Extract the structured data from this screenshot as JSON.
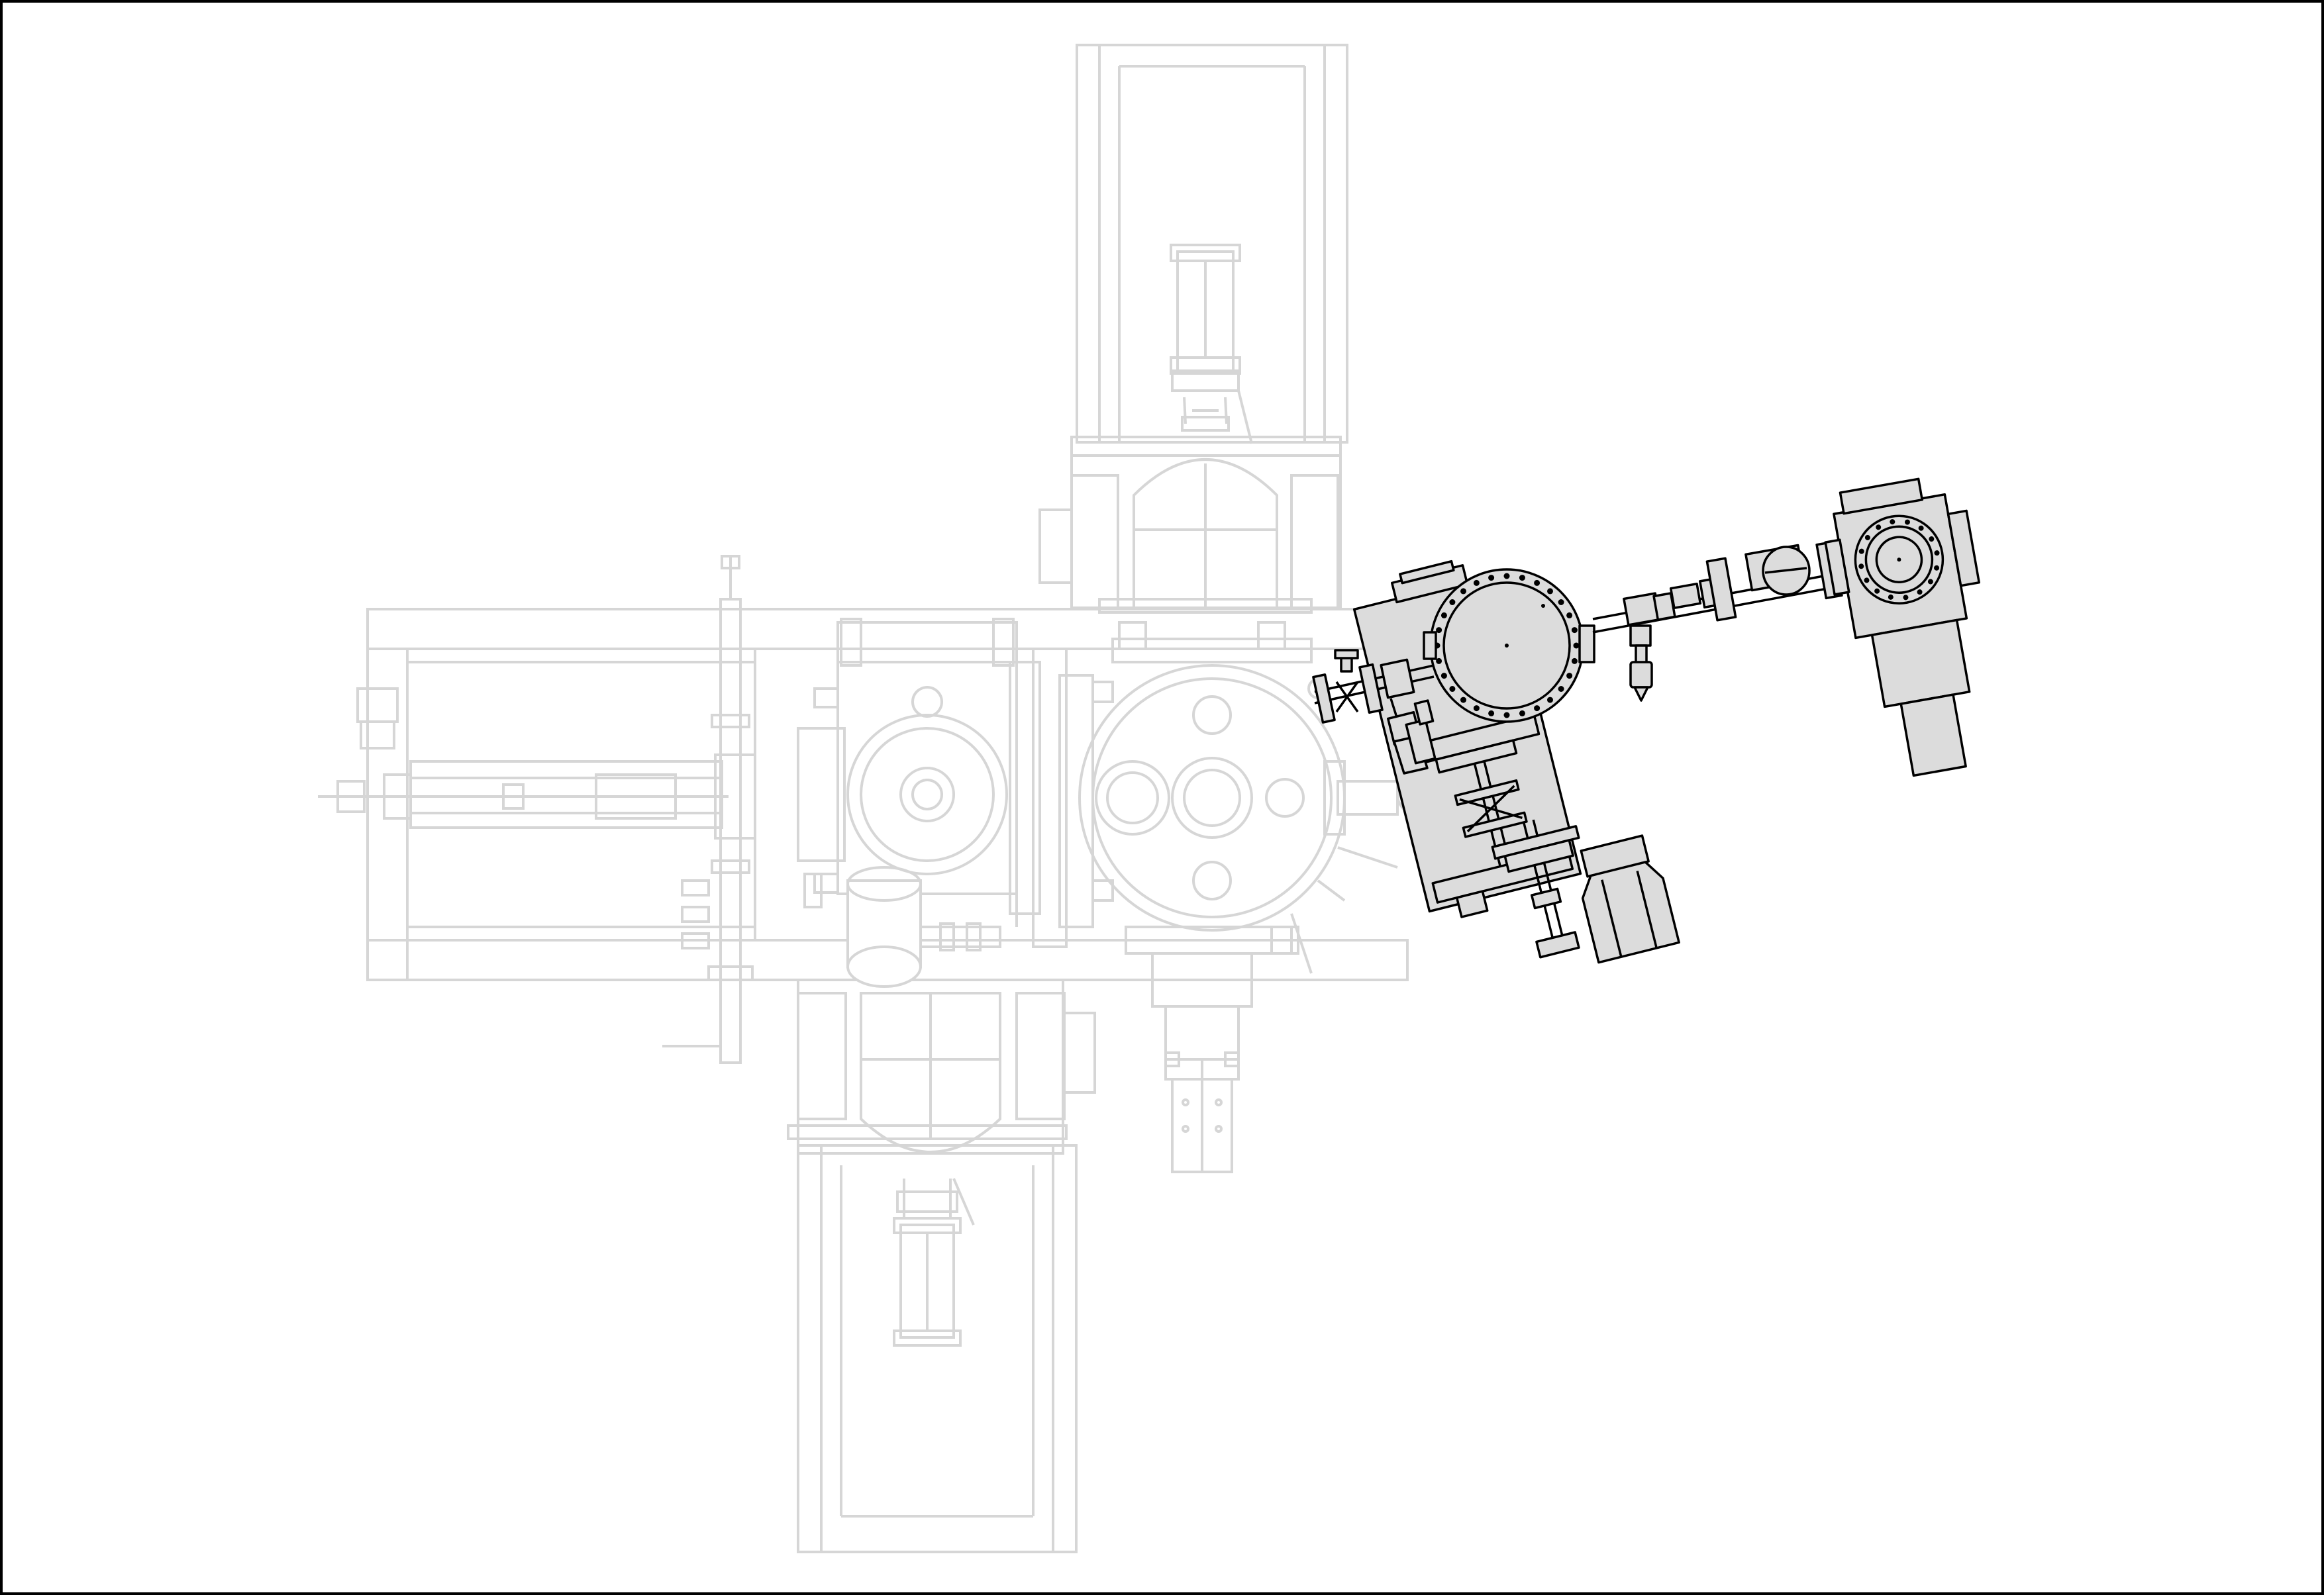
{
  "drawing": {
    "style": {
      "background": "#ffffff",
      "frame_stroke": "#000000",
      "context_stroke": "#d6d6d6",
      "highlight_stroke": "#000000",
      "highlight_fill": "#dcdcdc"
    },
    "context_parts": [
      "north-arm-frame",
      "north-load-lock",
      "west-arm-frame",
      "west-transfer-rod",
      "south-arm-frame",
      "south-load-lock",
      "central-prep-chamber",
      "main-analysis-chamber",
      "lower-manipulator"
    ],
    "highlighted_parts": [
      "attached-chamber-body",
      "large-viewport-flange",
      "upper-gas-line",
      "right-pump-assembly",
      "lower-manipulator-stage",
      "lower-pump-housing",
      "left-valve-branch"
    ]
  }
}
